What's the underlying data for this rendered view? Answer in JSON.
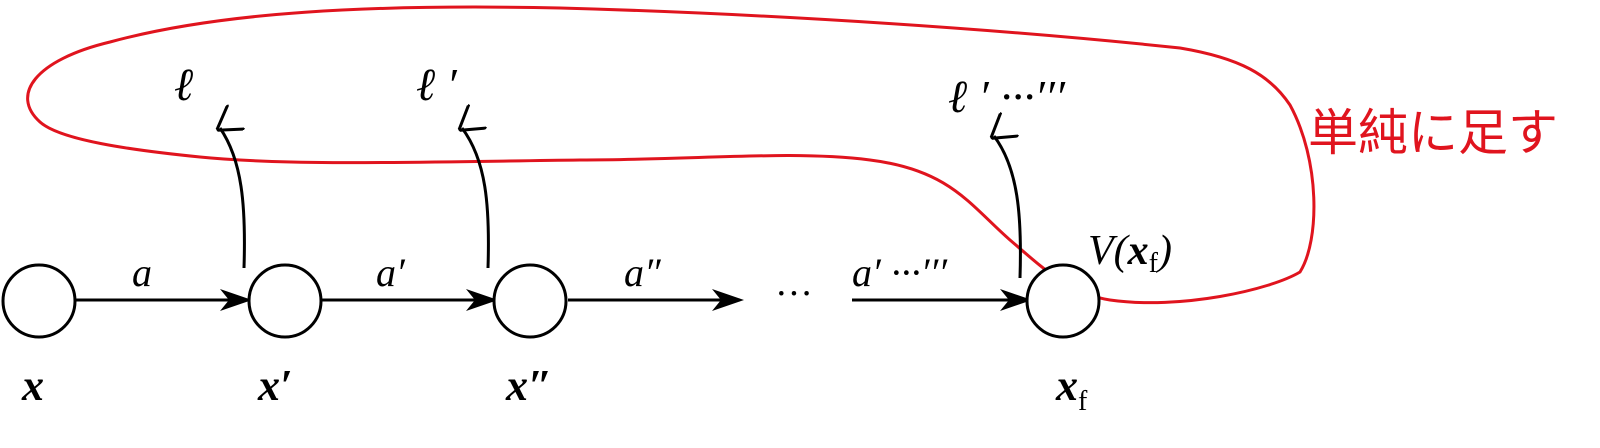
{
  "diagram": {
    "nodes": [
      {
        "id": "x",
        "label_main": "x",
        "label_prime": "",
        "label_sub": ""
      },
      {
        "id": "x1",
        "label_main": "x",
        "label_prime": "′",
        "label_sub": ""
      },
      {
        "id": "x2",
        "label_main": "x",
        "label_prime": "″",
        "label_sub": ""
      },
      {
        "id": "xf",
        "label_main": "x",
        "label_prime": "",
        "label_sub": "f"
      }
    ],
    "actions": [
      "a",
      "a′",
      "a″",
      "a′ ···′′′"
    ],
    "costs": [
      "ℓ",
      "ℓ ′",
      "ℓ ′ ···′′′"
    ],
    "ellipsis": "···",
    "terminal_value": {
      "prefix": "V(",
      "var": "x",
      "sub": "f",
      "suffix": ")"
    },
    "annotation": "単純に足す",
    "colors": {
      "stroke": "#000000",
      "highlight": "#e0141e"
    }
  }
}
